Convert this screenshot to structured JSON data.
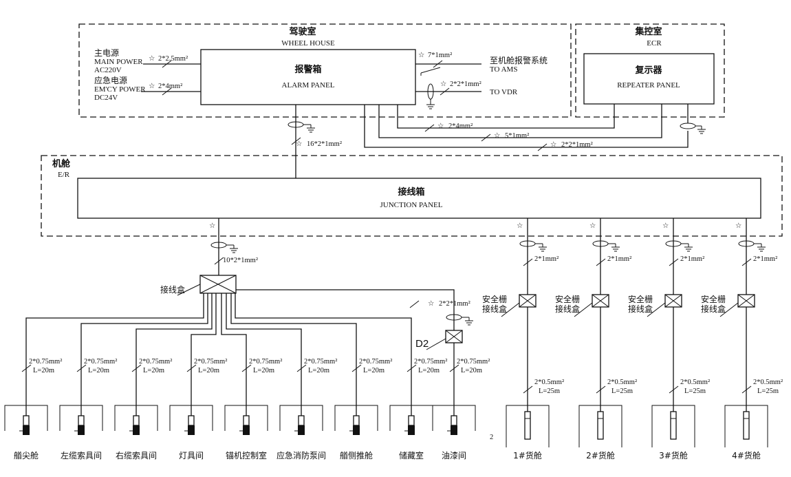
{
  "areas": {
    "wheel_house": {
      "cn": "驾驶室",
      "en": "WHEEL HOUSE"
    },
    "ecr": {
      "cn": "集控室",
      "en": "ECR"
    },
    "er": {
      "cn": "机舱",
      "en": "E/R"
    }
  },
  "panels": {
    "alarm": {
      "cn": "报警箱",
      "en": "ALARM PANEL"
    },
    "repeater": {
      "cn": "复示器",
      "en": "REPEATER PANEL"
    },
    "junction": {
      "cn": "接线箱",
      "en": "JUNCTION PANEL"
    }
  },
  "power": {
    "main": {
      "cn": "主电源",
      "en": "MAIN POWER",
      "spec": "AC220V",
      "cable": "2*2.5mm²"
    },
    "emcy": {
      "cn": "应急电源",
      "en": "EM'CY POWER",
      "spec": "DC24V",
      "cable": "2*4mm²"
    }
  },
  "outputs": {
    "ams": {
      "cn": "至机舱报警系统",
      "en": "TO AMS",
      "cable": "7*1mm²"
    },
    "vdr": {
      "en": "TO VDR",
      "cable": "2*2*1mm²"
    }
  },
  "links": {
    "repeater_1": "2*4mm²",
    "repeater_2": "5*1mm²",
    "repeater_3": "2*2*1mm²",
    "main_trunk": "16*2*1mm²",
    "jbox_trunk": "10*2*1mm²",
    "d2_cable": "2*2*1mm²"
  },
  "jbox_label": "接线盒",
  "d2_label": "D2",
  "stray_mark": "2",
  "sensors_left": [
    {
      "label": "艏尖舱",
      "cable": "2*0.75mm²",
      "length": "L=20m"
    },
    {
      "label": "左缆索具间",
      "cable": "2*0.75mm²",
      "length": "L=20m"
    },
    {
      "label": "右缆索具间",
      "cable": "2*0.75mm²",
      "length": "L=20m"
    },
    {
      "label": "灯具间",
      "cable": "2*0.75mm²",
      "length": "L=20m"
    },
    {
      "label": "锚机控制室",
      "cable": "2*0.75mm²",
      "length": "L=20m"
    },
    {
      "label": "应急消防泵间",
      "cable": "2*0.75mm²",
      "length": "L=20m"
    },
    {
      "label": "艏侧推舱",
      "cable": "2*0.75mm²",
      "length": "L=20m"
    },
    {
      "label": "储藏室",
      "cable": "2*0.75mm²",
      "length": "L=20m"
    },
    {
      "label": "油漆间",
      "cable": "2*0.75mm²",
      "length": "L=20m"
    }
  ],
  "cargo": [
    {
      "label": "1#货舱",
      "top_cable": "2*1mm²",
      "barrier": [
        "安全栅",
        "接线盒"
      ],
      "cable": "2*0.5mm²",
      "length": "L=25m"
    },
    {
      "label": "2#货舱",
      "top_cable": "2*1mm²",
      "barrier": [
        "安全栅",
        "接线盒"
      ],
      "cable": "2*0.5mm²",
      "length": "L=25m"
    },
    {
      "label": "3#货舱",
      "top_cable": "2*1mm²",
      "barrier": [
        "安全栅",
        "接线盒"
      ],
      "cable": "2*0.5mm²",
      "length": "L=25m"
    },
    {
      "label": "4#货舱",
      "top_cable": "2*1mm²",
      "barrier": [
        "安全栅",
        "接线盒"
      ],
      "cable": "2*0.5mm²",
      "length": "L=25m"
    }
  ]
}
